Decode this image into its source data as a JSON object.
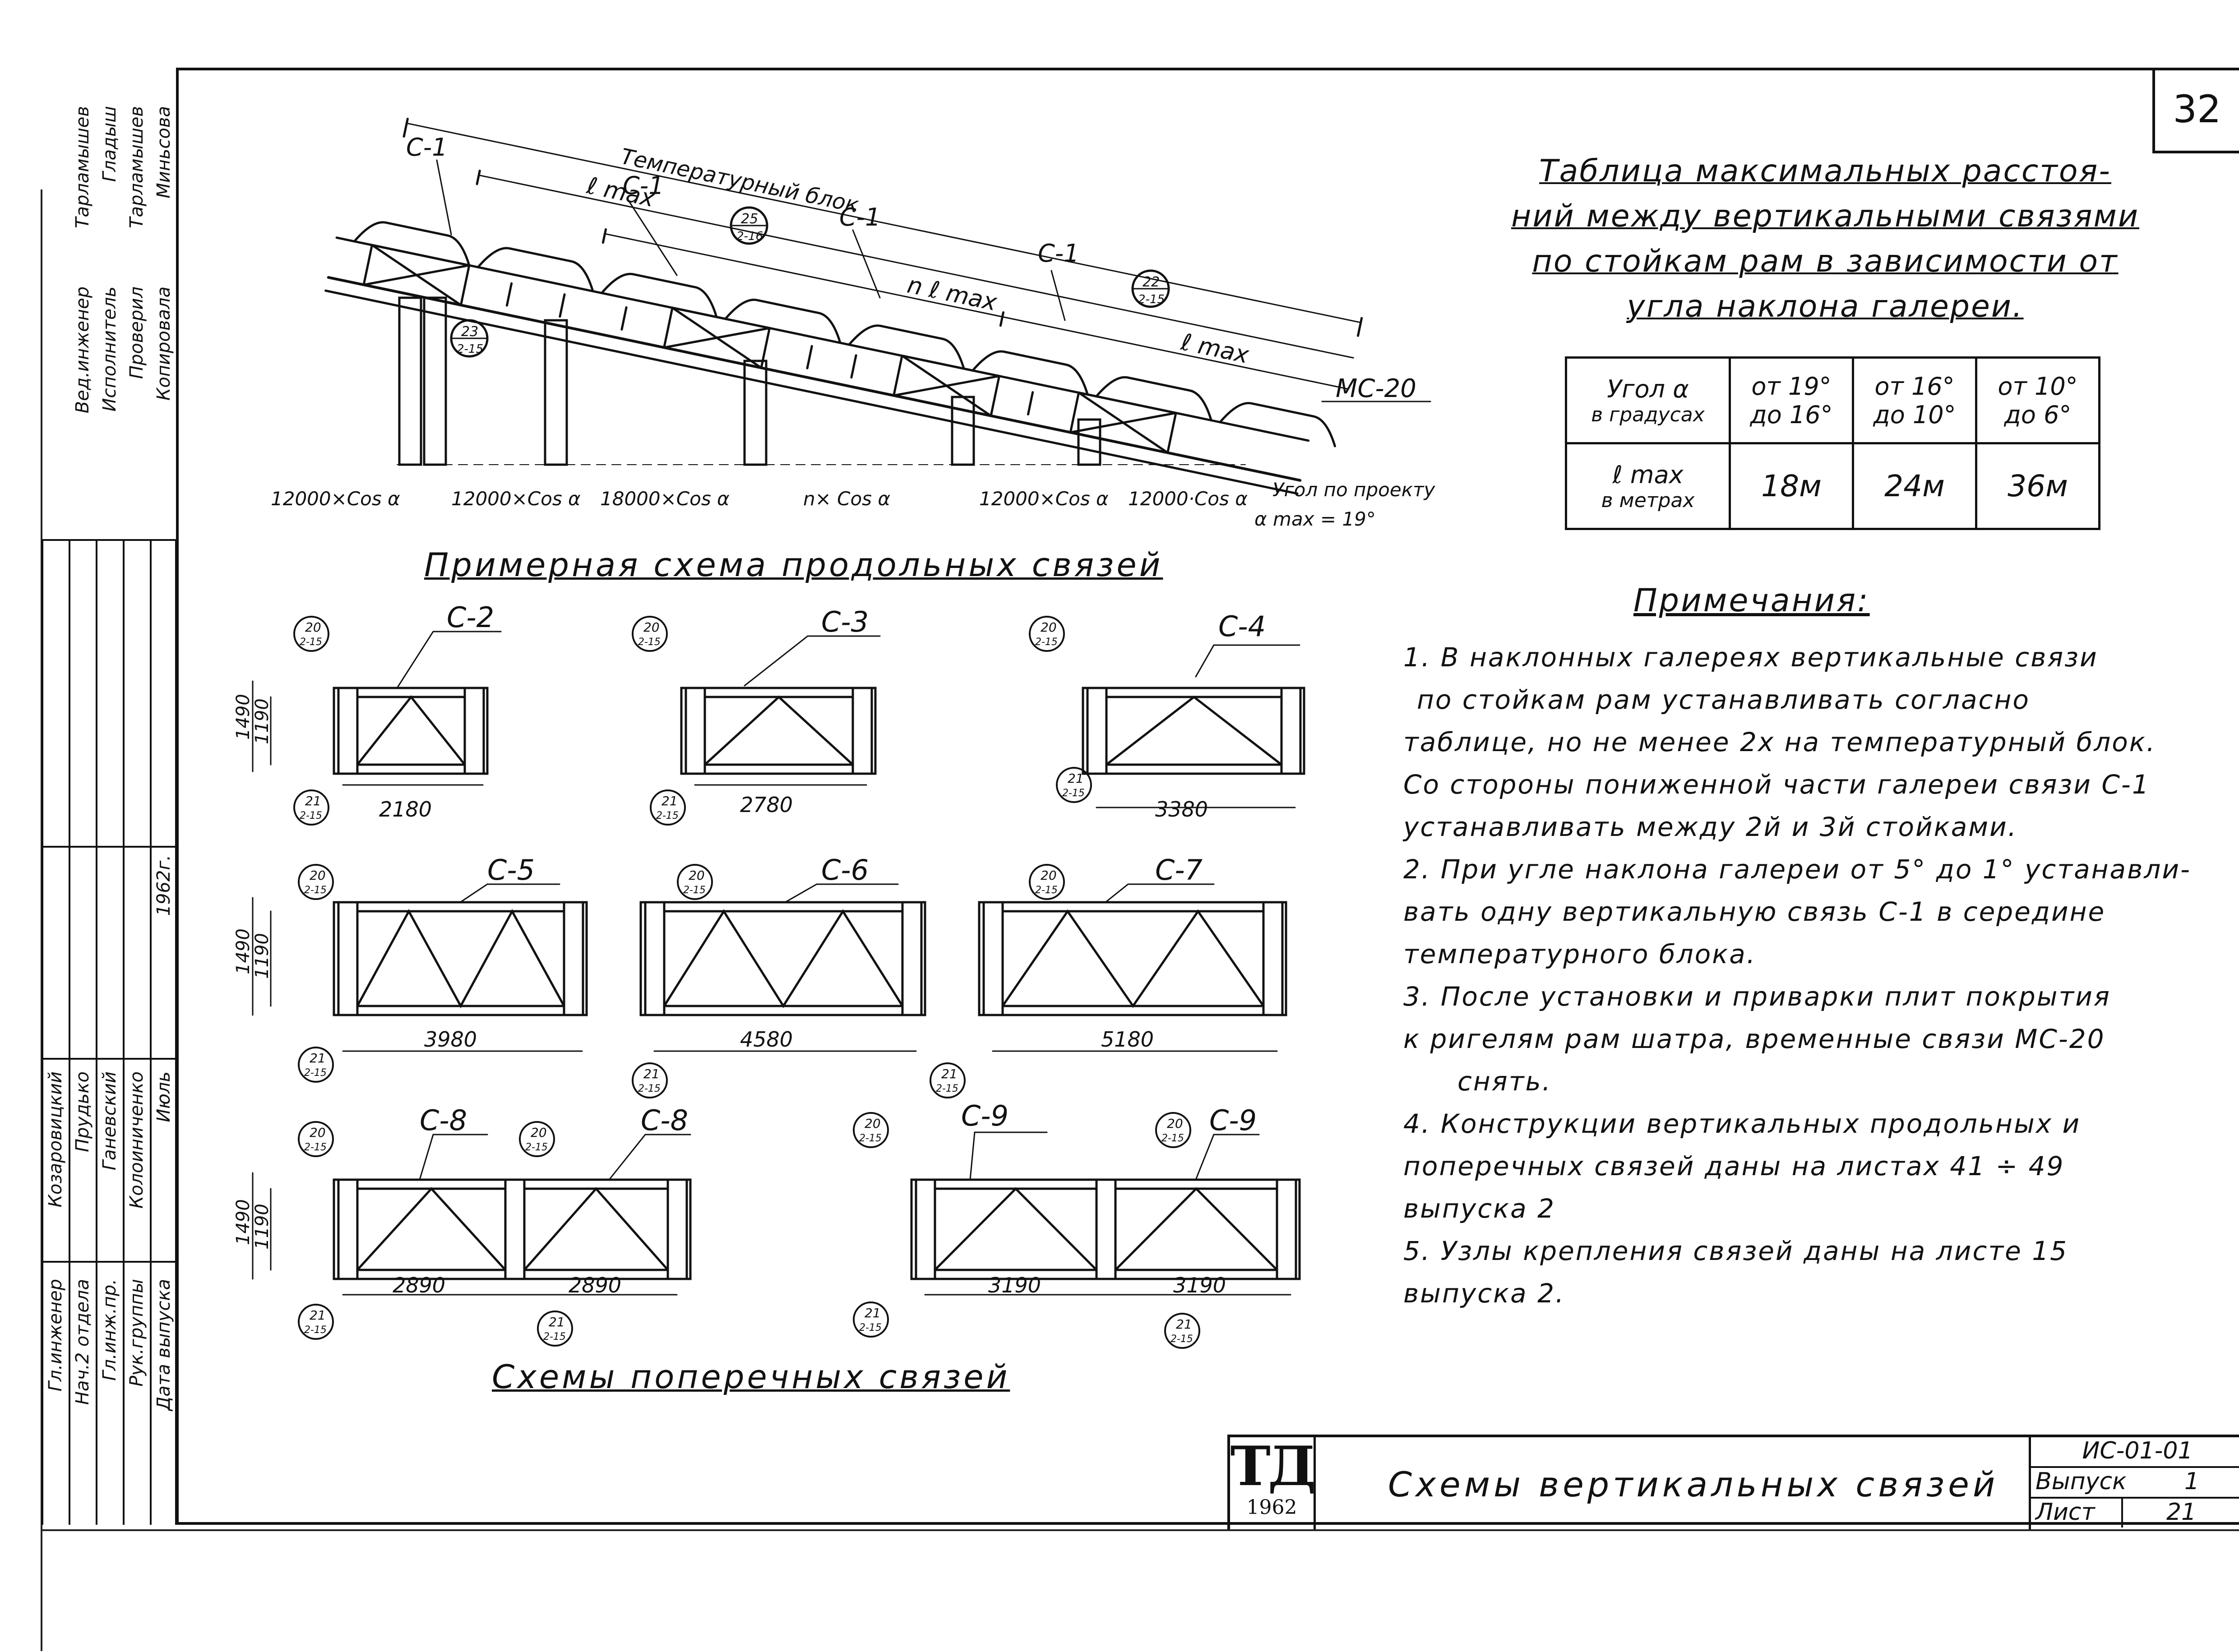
{
  "page_number": "32",
  "title_block": {
    "logo_text": "ТД",
    "logo_year": "1962",
    "drawing_title": "Схемы вертикальных связей",
    "series": "ИС-01-01",
    "issue_label": "Выпуск",
    "issue_value": "1",
    "sheet_label": "Лист",
    "sheet_value": "21"
  },
  "side_stamp": {
    "roles": [
      "Гл.инженер",
      "Нач.2 отдела",
      "Гл.инж.пр.",
      "Рук.группы",
      "Дата выпуска"
    ],
    "names": [
      "Козаровицкий",
      "Прудько",
      "Ганевский",
      "Колоиниченко",
      "Июль"
    ],
    "year": "1962г.",
    "roles2": [
      "Вед.инженер",
      "Исполнитель",
      "Проверил",
      "Копировала"
    ],
    "names2": [
      "Тарламышев",
      "Гладыш",
      "Тарламышев",
      "Миньсова"
    ]
  },
  "longitudinal": {
    "caption": "Примерная схема продольных связей",
    "labels": {
      "temp_block": "Температурный блок",
      "lmax1": "ℓ max",
      "nlmax": "n ℓ max",
      "lmax2": "ℓ max",
      "c1": "С-1",
      "mc20": "МС-20",
      "node_23": "23",
      "node_23s": "2-15",
      "node_25": "25",
      "node_25s": "2-16",
      "node_22": "22",
      "node_22s": "2-15",
      "angle_note": "Угол по проекту",
      "angle_value": "α max = 19°"
    },
    "dims": [
      "12000×Cos α",
      "12000×Cos α",
      "18000×Cos α",
      "n× Cos α",
      "12000×Cos α",
      "12000·Cos α"
    ]
  },
  "table": {
    "title": [
      "Таблица максимальных расстоя-",
      "ний между вертикальными связями",
      "по стойкам рам в зависимости от",
      "угла наклона галереи."
    ],
    "row1_header": [
      "Угол α",
      "в градусах"
    ],
    "row1": [
      [
        "от 19°",
        "до 16°"
      ],
      [
        "от 16°",
        "до 10°"
      ],
      [
        "от 10°",
        "до 6°"
      ]
    ],
    "row2_header": [
      "ℓ max",
      "в метрах"
    ],
    "row2": [
      "18м",
      "24м",
      "36м"
    ]
  },
  "notes": {
    "heading": "Примечания:",
    "lines": [
      "1. В наклонных галереях вертикальные связи",
      "по стойкам рам устанавливать согласно",
      "таблице, но не менее 2х на температурный блок.",
      "Со стороны пониженной части галереи связи С-1",
      "устанавливать между 2й и 3й стойками.",
      "2. При угле наклона галереи от 5° до 1° устанавли-",
      "вать одну вертикальную связь С-1 в середине",
      "температурного блока.",
      "3. После установки и приварки плит покрытия",
      "к ригелям рам шатра, временные связи МС-20",
      "снять.",
      "4. Конструкции вертикальных продольных и",
      "поперечных связей даны на листах 41 ÷ 49",
      "выпуска 2",
      "5. Узлы крепления связей даны на листе 15",
      "выпуска 2."
    ]
  },
  "transverse": {
    "caption": "Схемы поперечных связей",
    "panels": [
      {
        "name": "С-2",
        "span": "2180",
        "h1": "1490",
        "h2": "1190"
      },
      {
        "name": "С-3",
        "span": "2780"
      },
      {
        "name": "С-4",
        "span": "3380"
      },
      {
        "name": "С-5",
        "span": "3980",
        "h1": "1490",
        "h2": "1190"
      },
      {
        "name": "С-6",
        "span": "4580"
      },
      {
        "name": "С-7",
        "span": "5180"
      },
      {
        "name": "С-8",
        "span": "2890",
        "h1": "1490",
        "h2": "1190"
      },
      {
        "name": "С-8",
        "span": "2890"
      },
      {
        "name": "С-9",
        "span": "3190"
      },
      {
        "name": "С-9",
        "span": "3190"
      }
    ],
    "node_top": "20",
    "node_bottom": "21",
    "node_sub": "2-15"
  }
}
